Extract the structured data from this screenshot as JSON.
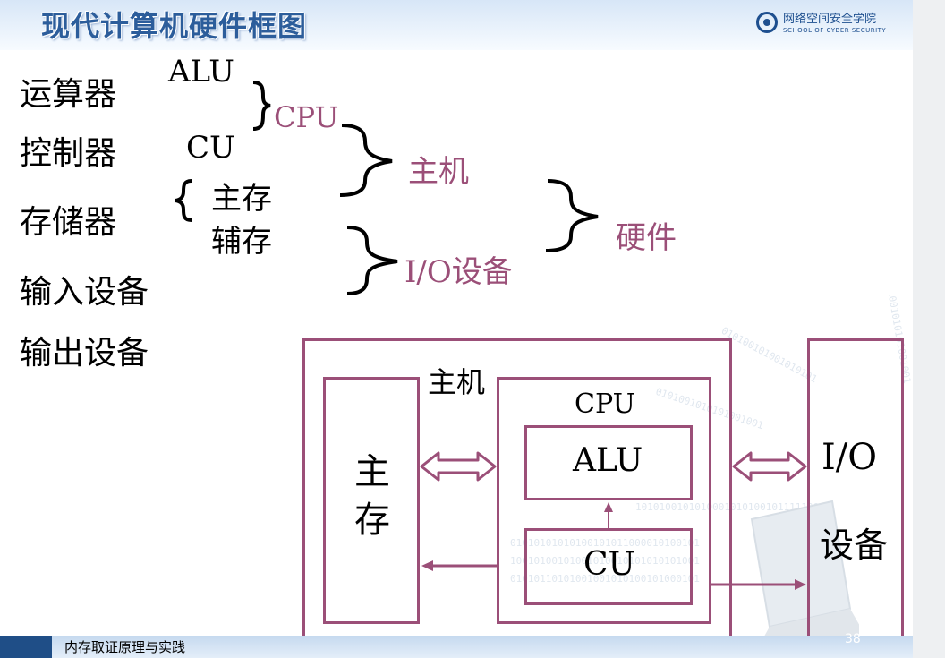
{
  "slide": {
    "title": "现代计算机硬件框图",
    "logo": {
      "name_cn": "网络空间安全学院",
      "name_en": "SCHOOL OF CYBER SECURITY"
    },
    "components_list": [
      "运算器",
      "控制器",
      "存储器",
      "输入设备",
      "输出设备"
    ],
    "hierarchy": {
      "alu": "ALU",
      "cu": "CU",
      "cpu": "CPU",
      "main_memory": "主存",
      "aux_memory": "辅存",
      "host": "主机",
      "io_devices": "I/O设备",
      "hardware": "硬件"
    },
    "block_diagram": {
      "host_label": "主机",
      "main_memory_label_1": "主",
      "main_memory_label_2": "存",
      "cpu_label": "CPU",
      "alu_label": "ALU",
      "cu_label": "CU",
      "io_label_1": "I/O",
      "io_label_2": "设备"
    },
    "footer": {
      "text": "内存取证原理与实践",
      "page_number": "38"
    },
    "colors": {
      "accent": "#9b4f78",
      "title": "#2c5d9b",
      "footer": "#1f4e87"
    }
  }
}
